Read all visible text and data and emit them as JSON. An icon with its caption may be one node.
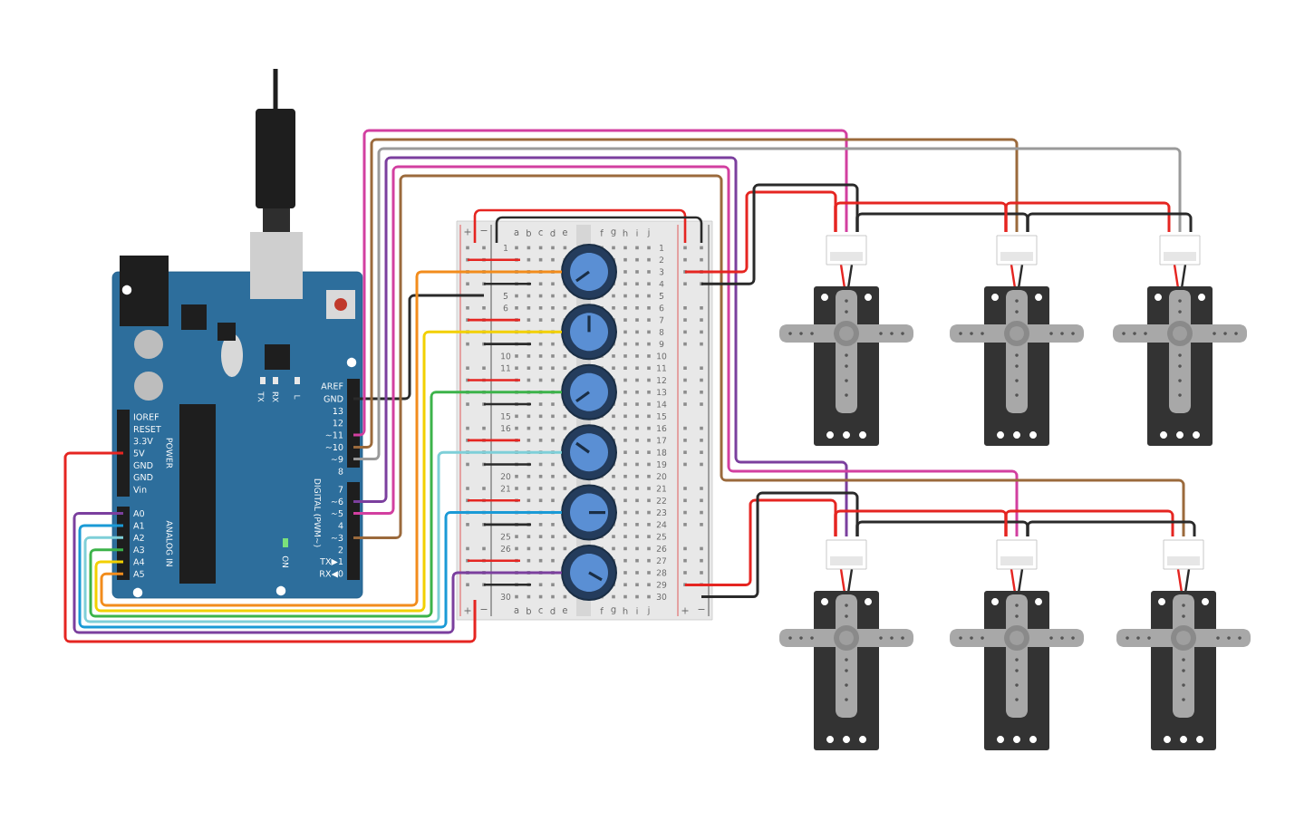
{
  "diagram": {
    "nodes": [
      {
        "text": [],
        "shape": "picture"
      },
      {
        "text": [],
        "shape": "picture"
      },
      {
        "text": [],
        "shape": "circle",
        "in": 1
      },
      {
        "text": [],
        "shape": "circle",
        "in": 1
      },
      {
        "text": [],
        "shape": "circle",
        "in": 1
      },
      {
        "text": [],
        "shape": "circle",
        "in": 1
      },
      {
        "text": [],
        "shape": "circle",
        "in": 1
      },
      {
        "text": [],
        "shape": "circle",
        "in": 1
      },
      {
        "text": [],
        "shape": "picture"
      },
      {
        "text": [],
        "shape": "picture"
      },
      {
        "text": [],
        "shape": "picture"
      },
      {
        "text": [],
        "shape": "picture"
      },
      {
        "text": [],
        "shape": "picture"
      },
      {
        "text": [],
        "shape": "picture"
      }
    ],
    "edges": [
      {
        "from": 0,
        "to": 1,
        "arrow": "none",
        "color": "#2a2a2a"
      },
      {
        "from": 0,
        "to": 1,
        "arrow": "none",
        "color": "#e52521"
      },
      {
        "from": 0,
        "to": 7,
        "arrow": "none",
        "color": "#7b3f9e"
      },
      {
        "from": 0,
        "to": 6,
        "arrow": "none",
        "color": "#1a9ad6"
      },
      {
        "from": 0,
        "to": 5,
        "arrow": "none",
        "color": "#7ecfd8"
      },
      {
        "from": 0,
        "to": 4,
        "arrow": "none",
        "color": "#3cb34a"
      },
      {
        "from": 0,
        "to": 3,
        "arrow": "none",
        "color": "#f2d000"
      },
      {
        "from": 0,
        "to": 2,
        "arrow": "none",
        "color": "#f28c1c"
      },
      {
        "from": 0,
        "to": 8,
        "arrow": "none",
        "color": "#d23fa0"
      },
      {
        "from": 0,
        "to": 9,
        "arrow": "none",
        "color": "#9b6a3c"
      },
      {
        "from": 0,
        "to": 10,
        "arrow": "none",
        "color": "#9a9a9a"
      },
      {
        "from": 0,
        "to": 11,
        "arrow": "none",
        "color": "#7b3f9e"
      },
      {
        "from": 0,
        "to": 12,
        "arrow": "none",
        "color": "#d23fa0"
      },
      {
        "from": 0,
        "to": 13,
        "arrow": "none",
        "color": "#9b6a3c"
      },
      {
        "from": 1,
        "to": 8,
        "arrow": "none",
        "color": "#e52521"
      },
      {
        "from": 1,
        "to": 8,
        "arrow": "none",
        "color": "#2a2a2a"
      },
      {
        "from": 8,
        "to": 9,
        "arrow": "none",
        "color": "#e52521"
      },
      {
        "from": 8,
        "to": 9,
        "arrow": "none",
        "color": "#2a2a2a"
      },
      {
        "from": 9,
        "to": 10,
        "arrow": "none",
        "color": "#e52521"
      },
      {
        "from": 9,
        "to": 10,
        "arrow": "none",
        "color": "#2a2a2a"
      },
      {
        "from": 1,
        "to": 11,
        "arrow": "none",
        "color": "#e52521"
      },
      {
        "from": 1,
        "to": 11,
        "arrow": "none",
        "color": "#2a2a2a"
      },
      {
        "from": 11,
        "to": 12,
        "arrow": "none",
        "color": "#e52521"
      },
      {
        "from": 11,
        "to": 12,
        "arrow": "none",
        "color": "#2a2a2a"
      },
      {
        "from": 12,
        "to": 13,
        "arrow": "none",
        "color": "#e52521"
      },
      {
        "from": 12,
        "to": 13,
        "arrow": "none",
        "color": "#2a2a2a"
      }
    ],
    "labels": [
      "AREF",
      "GND",
      "13",
      "12",
      "~11",
      "~10",
      "~9",
      "8",
      "7",
      "~6",
      "~5",
      "4",
      "~3",
      "2",
      "TX▶1",
      "RX◀0",
      "DIGITAL (PWM~)",
      "IOREF",
      "RESET",
      "3.3V",
      "5V",
      "GND",
      "GND",
      "Vin",
      "POWER",
      "A0",
      "A1",
      "A2",
      "A3",
      "A4",
      "A5",
      "ANALOG IN",
      "TX",
      "RX",
      "L",
      "ON",
      "+",
      "−",
      "a",
      "b",
      "c",
      "d",
      "e",
      "f",
      "g",
      "h",
      "i",
      "j",
      "1",
      "1",
      "2",
      "3",
      "4",
      "5",
      "5",
      "6",
      "6",
      "7",
      "8",
      "9",
      "10",
      "10",
      "11",
      "11",
      "12",
      "13",
      "14",
      "15",
      "15",
      "16",
      "16",
      "17",
      "18",
      "19",
      "20",
      "20",
      "21",
      "21",
      "22",
      "23",
      "24",
      "25",
      "25",
      "26",
      "26",
      "27",
      "28",
      "29",
      "30",
      "30",
      "+",
      "−",
      "a",
      "b",
      "c",
      "d",
      "e",
      "f",
      "g",
      "h",
      "i",
      "j",
      "+",
      "−"
    ]
  }
}
